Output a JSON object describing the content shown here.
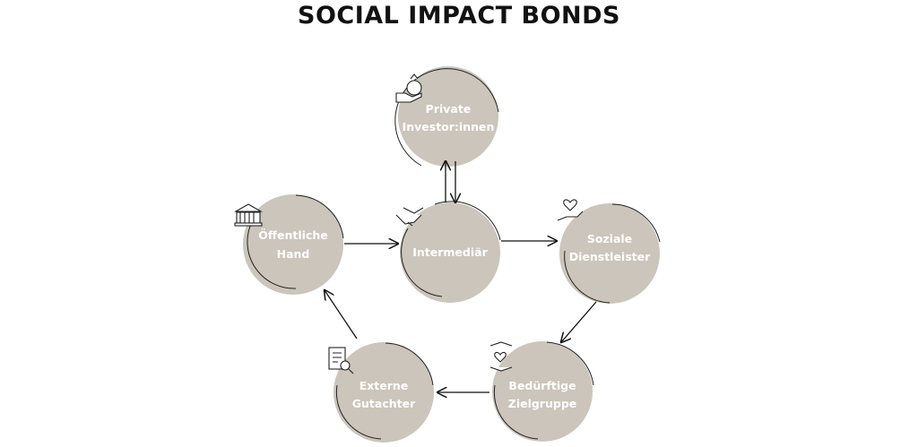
{
  "title": "SOCIAL IMPACT BONDS",
  "circle_color": "#cbc5bb",
  "nodes": [
    {
      "id": "investor",
      "line1": "Private",
      "line2": "Investor:innen",
      "icon": "money-bag-hand-icon"
    },
    {
      "id": "public",
      "line1": "Öffentliche",
      "line2": "Hand",
      "icon": "government-building-icon"
    },
    {
      "id": "intermediary",
      "line1": "Intermediär",
      "line2": "",
      "icon": "handshake-icon"
    },
    {
      "id": "provider",
      "line1": "Soziale",
      "line2": "Dienstleister",
      "icon": "heart-hand-icon"
    },
    {
      "id": "target",
      "line1": "Bedürftige",
      "line2": "Zielgruppe",
      "icon": "caring-hands-icon"
    },
    {
      "id": "evaluator",
      "line1": "Externe",
      "line2": "Gutachter",
      "icon": "document-search-icon"
    }
  ]
}
